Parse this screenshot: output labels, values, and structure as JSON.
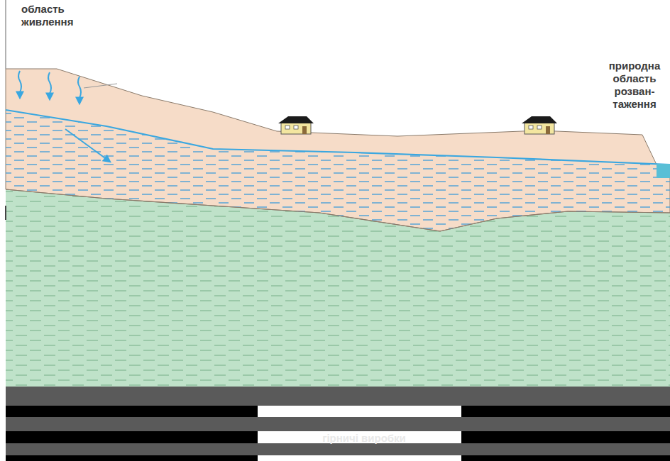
{
  "diagram": {
    "labels": [
      "область живлення",
      "природна область розван- таження",
      "гірничі виробки"
    ]
  }
}
